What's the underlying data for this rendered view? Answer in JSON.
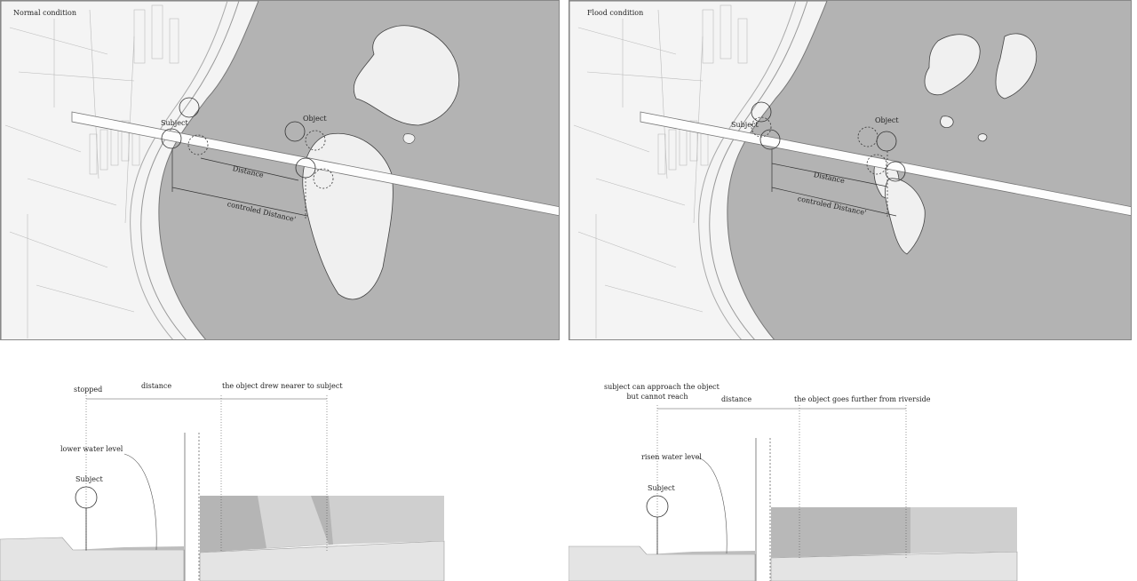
{
  "maps": {
    "normal": {
      "title": "Normal condition",
      "labels": {
        "subject": "Subject",
        "object": "Object",
        "distance": "Distance",
        "controlled_distance": "controled Distance'"
      }
    },
    "flood": {
      "title": "Flood condition",
      "labels": {
        "subject": "Subject",
        "object": "Object",
        "distance": "Distance",
        "controlled_distance": "controled Distance'"
      }
    }
  },
  "sections": {
    "normal": {
      "stopped": "stopped",
      "distance": "distance",
      "nearer": "the object drew nearer to subject",
      "water_level": "lower water level",
      "subject": "Subject"
    },
    "flood": {
      "approach_line1": "subject can approach the object",
      "approach_line2": "but cannot reach",
      "distance": "distance",
      "further": "the object goes further from riverside",
      "water_level": "risen water level",
      "subject": "Subject"
    }
  },
  "colors": {
    "river": "#b3b3b3",
    "land": "#f4f4f4",
    "line": "#555555"
  }
}
